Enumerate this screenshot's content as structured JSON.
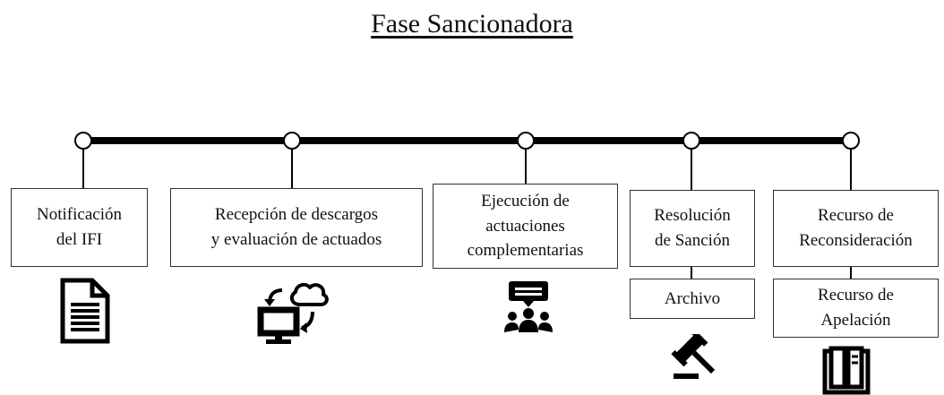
{
  "title": "Fase Sancionadora",
  "stages": [
    {
      "label": "Notificación\ndel IFI",
      "icon": "document-icon"
    },
    {
      "label": "Recepción de descargos\ny evaluación de actuados",
      "icon": "computer-cloud-sync-icon"
    },
    {
      "label": "Ejecución de\nactuaciones\ncomplementarias",
      "icon": "meeting-presentation-icon"
    },
    {
      "label": "Resolución\nde Sanción",
      "icon": "gavel-icon",
      "sub_label": "Archivo"
    },
    {
      "label": "Recurso de\nReconsideración",
      "icon": "open-book-icon",
      "sub_label": "Recurso de\nApelación"
    }
  ]
}
